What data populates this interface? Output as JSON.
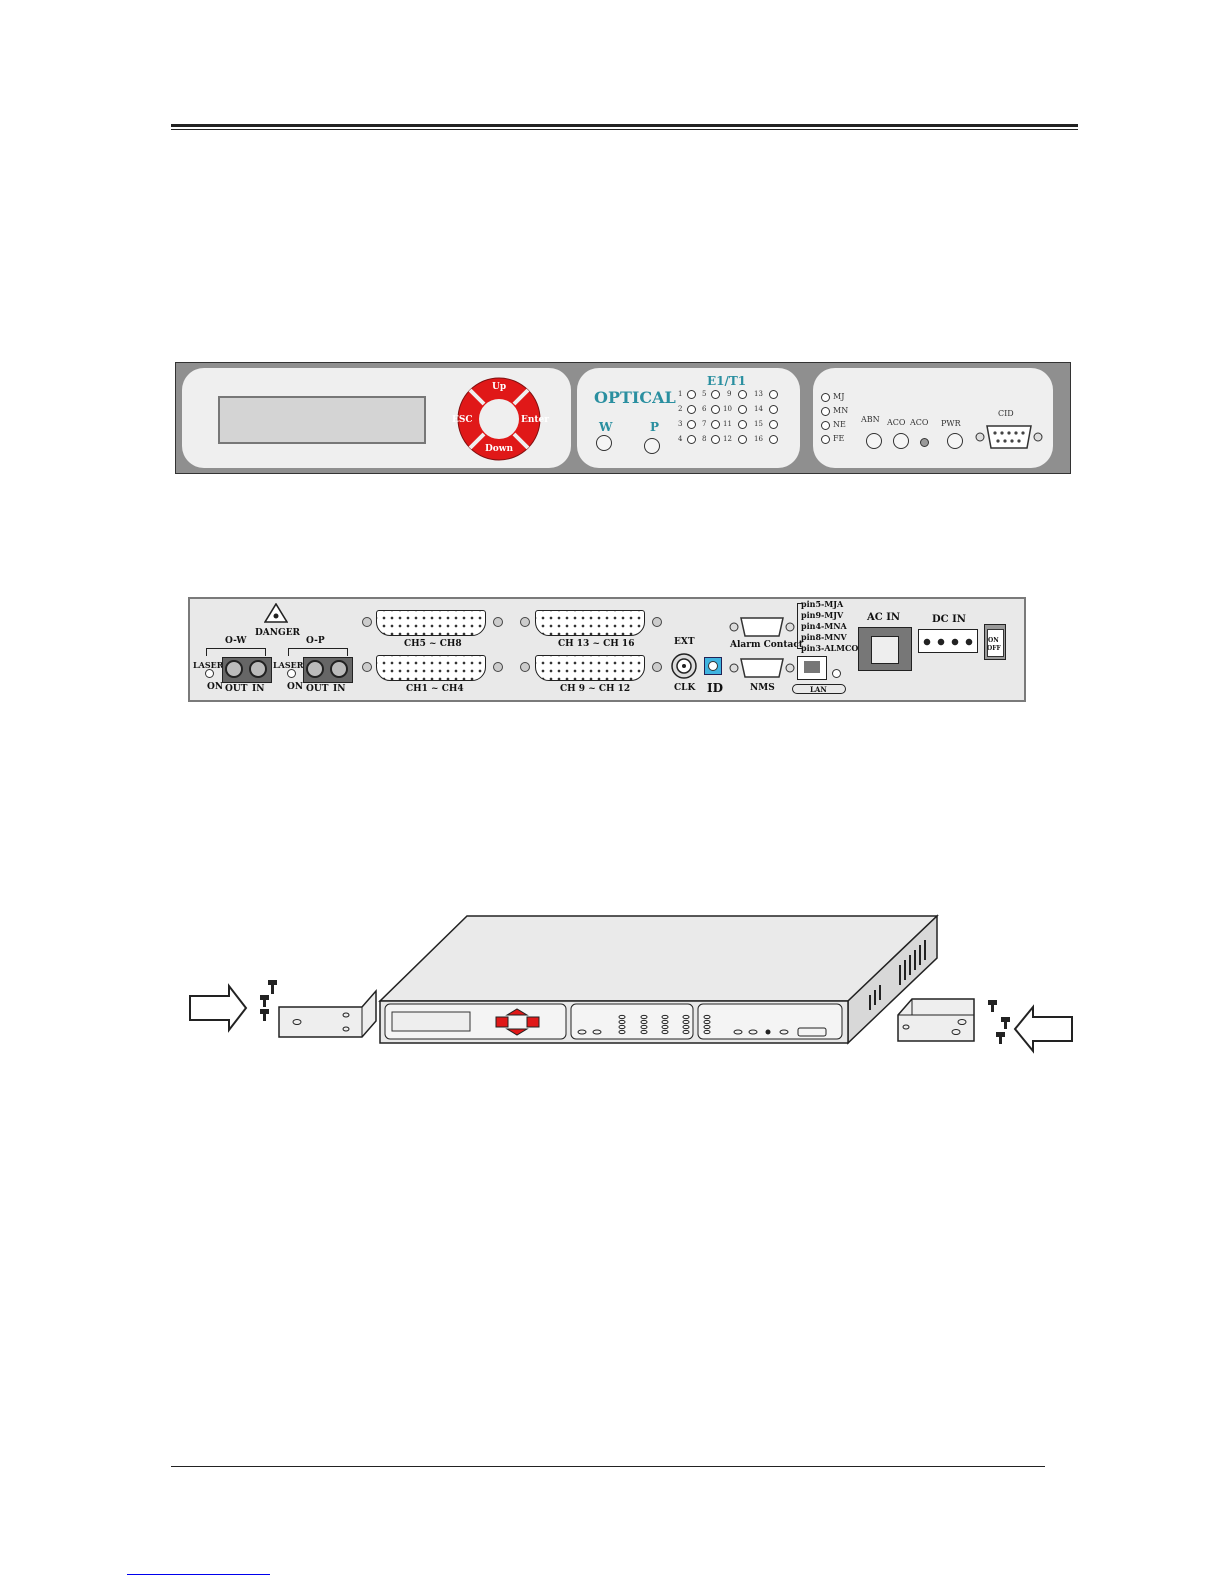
{
  "front_panel": {
    "keypad": {
      "up": "Up",
      "down": "Down",
      "esc": "ESC",
      "enter": "Enter"
    },
    "optical": {
      "title": "OPTICAL",
      "w": "W",
      "p": "P"
    },
    "e1t1": {
      "title": "E1/T1",
      "ports": [
        "1",
        "2",
        "3",
        "4",
        "5",
        "6",
        "7",
        "8",
        "9",
        "10",
        "11",
        "12",
        "13",
        "14",
        "15",
        "16"
      ]
    },
    "alarm_leds": [
      "MJ",
      "MN",
      "NE",
      "FE"
    ],
    "buttons": {
      "abn": "ABN",
      "aco1": "ACO",
      "aco2": "ACO",
      "pwr": "PWR",
      "cid": "CID"
    }
  },
  "rear_panel": {
    "danger": "DANGER",
    "ow": {
      "title": "O-W",
      "laser": "LASER",
      "on": "ON",
      "out": "OUT",
      "in": "IN"
    },
    "op": {
      "title": "O-P",
      "laser": "LASER",
      "on": "ON",
      "out": "OUT",
      "in": "IN"
    },
    "connectors": {
      "ch5_8": "CH5 ~ CH8",
      "ch1_4": "CH1 ~ CH4",
      "ch13_16": "CH 13 ~ CH 16",
      "ch9_12": "CH 9 ~ CH 12"
    },
    "ext": "EXT",
    "clk": "CLK",
    "id": "ID",
    "alarm_contact": "Alarm Contact",
    "nms": "NMS",
    "lan": "LAN",
    "pins": [
      "pin5-MJA",
      "pin9-MJV",
      "pin4-MNA",
      "pin8-MNV",
      "pin3-ALMCOM"
    ],
    "ac_in": "AC IN",
    "dc_in": "DC IN",
    "switch": {
      "on": "ON",
      "off": "OFF"
    }
  },
  "colors": {
    "keypad_red": "#e01818",
    "label_teal": "#2a8fa0",
    "panel_gray": "#8f8f8f"
  }
}
